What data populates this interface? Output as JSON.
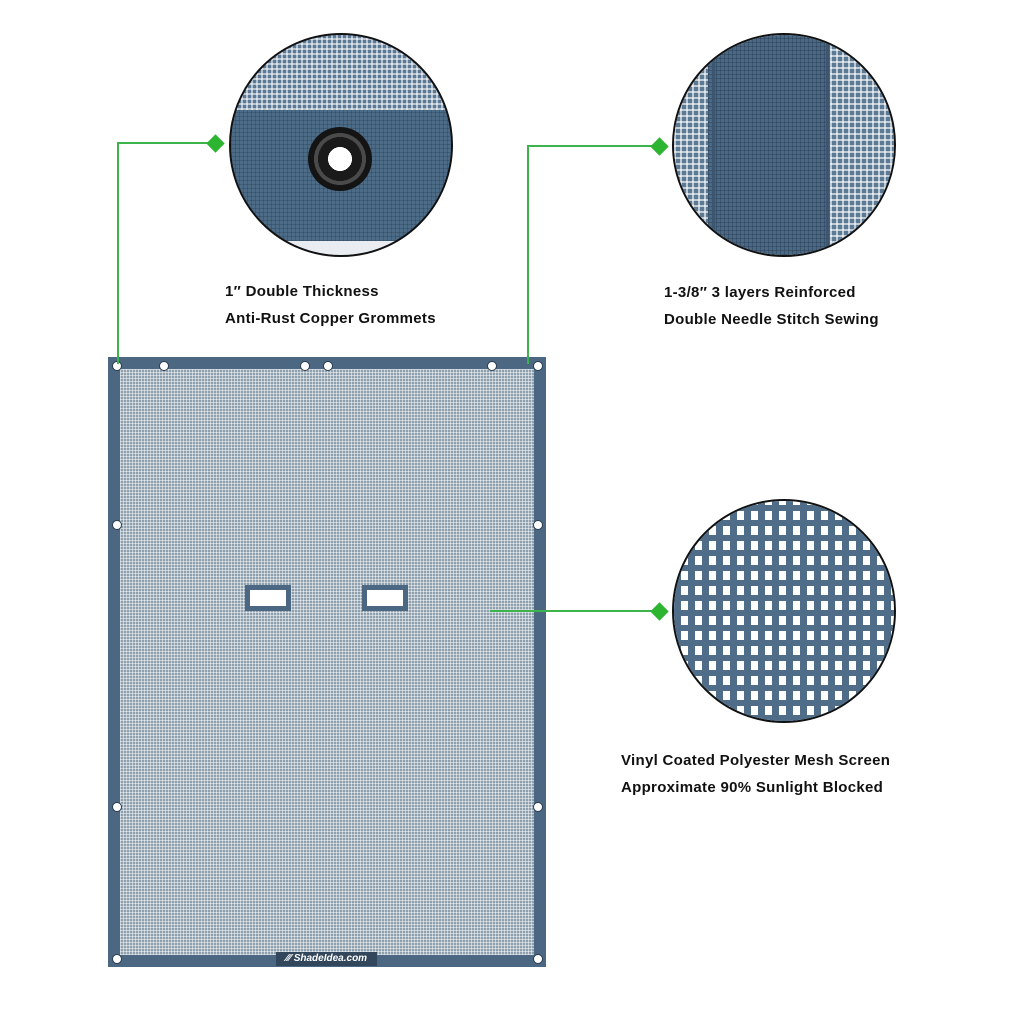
{
  "callouts": {
    "grommets": {
      "line1": "1″ Double Thickness",
      "line2": "Anti-Rust Copper Grommets"
    },
    "stitch": {
      "line1": "1-3/8″ 3 layers Reinforced",
      "line2": "Double Needle Stitch Sewing"
    },
    "mesh": {
      "line1": "Vinyl Coated Polyester Mesh Screen",
      "line2": "Approximate 90% Sunlight Blocked"
    }
  },
  "brand": {
    "watermark": "⁄⁄⁄ ShadeIdea.com"
  },
  "colors": {
    "fabric": "#4c6782",
    "mesh": "#8e9fae",
    "leader_line": "#3cb44b",
    "leader_marker": "#2db431"
  }
}
